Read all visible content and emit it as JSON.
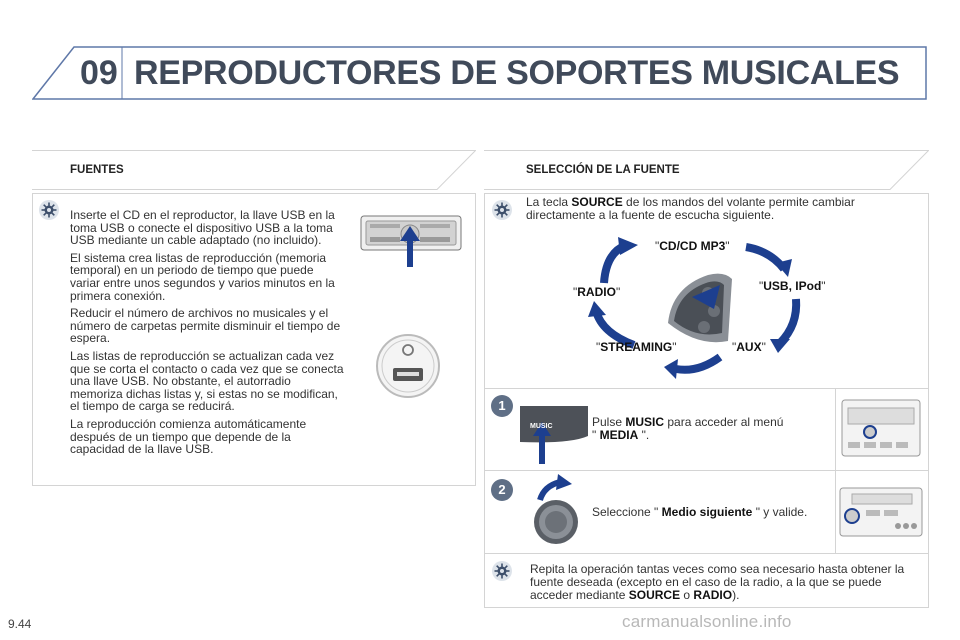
{
  "header": {
    "chapter": "09",
    "title": "REPRODUCTORES DE SOPORTES MUSICALES"
  },
  "left": {
    "heading": "FUENTES",
    "paragraphs": [
      "Inserte el CD en el reproductor, la llave USB en la toma USB o conecte el dispositivo USB a la toma USB mediante un cable adaptado (no incluido).",
      "El sistema crea listas de reproducción (memoria temporal) en un periodo de tiempo que puede variar entre unos segundos y varios minutos en la primera conexión.",
      "Reducir el número de archivos no musicales y el número de carpetas permite disminuir el tiempo de espera.",
      "Las listas de reproducción se actualizan cada vez que se corta el contacto o cada vez que se conecta una llave USB. No obstante, el autorradio memoriza dichas listas y, si estas no se modifican, el tiempo de carga se reducirá.",
      "La reproducción comienza automáticamente después de un tiempo que depende de la capacidad de la llave USB."
    ]
  },
  "right": {
    "heading": "SELECCIÓN DE LA FUENTE",
    "intro_pre": "La tecla ",
    "intro_key": "SOURCE",
    "intro_post": " de los mandos del volante permite cambiar directamente a la fuente de escucha siguiente.",
    "sources": {
      "cd": "CD/CD MP3",
      "usb": "USB, IPod",
      "aux": "AUX",
      "streaming": "STREAMING",
      "radio": "RADIO"
    },
    "music_key": "MUSIC",
    "step1": {
      "number": "1",
      "pre": "Pulse ",
      "key": "MUSIC",
      "mid": " para acceder al menú",
      "q1": "\"",
      "menu": "MEDIA",
      "q2": "\"."
    },
    "step2": {
      "number": "2",
      "pre": "Seleccione \"",
      "key": "Medio siguiente",
      "post": "\" y valide."
    },
    "note": {
      "pre": "Repita la operación tantas veces como sea necesario hasta obtener la fuente deseada (excepto en el caso de la radio, a la que se puede acceder mediante ",
      "k1": "SOURCE",
      "mid": " o ",
      "k2": "RADIO",
      "post": ")."
    }
  },
  "footer": {
    "page": "9.44",
    "watermark": "carmanualsonline.info"
  },
  "colors": {
    "accent": "#1d3f8f",
    "title": "#404a5a",
    "frame": "#5f78a8"
  }
}
